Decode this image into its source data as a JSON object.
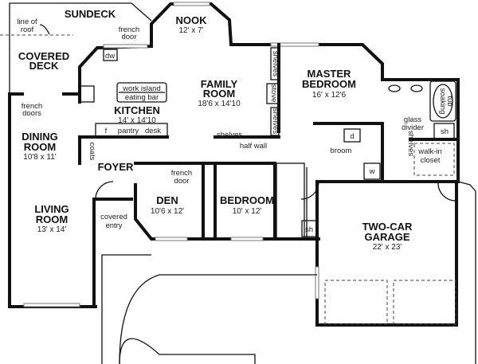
{
  "rooms": {
    "sundeck": {
      "name": "SUNDECK"
    },
    "nook": {
      "name": "NOOK",
      "size": "12' x 7'"
    },
    "covered_deck": {
      "line1": "COVERED",
      "line2": "DECK"
    },
    "kitchen": {
      "name": "KITCHEN",
      "size": "14' x 14'10"
    },
    "family_room": {
      "line1": "FAMILY",
      "line2": "ROOM",
      "size": "18'6 x 14'10"
    },
    "master_bedroom": {
      "line1": "MASTER",
      "line2": "BEDROOM",
      "size": "16' x 12'6"
    },
    "dining_room": {
      "line1": "DINING",
      "line2": "ROOM",
      "size": "10'8 x 11'"
    },
    "foyer": {
      "name": "FOYER"
    },
    "den": {
      "name": "DEN",
      "size": "10'6 x 12'"
    },
    "bedroom": {
      "name": "BEDROOM",
      "size": "10' x 12'"
    },
    "living_room": {
      "line1": "LIVING",
      "line2": "ROOM",
      "size": "13' x 14'"
    },
    "garage": {
      "line1": "TWO-CAR",
      "line2": "GARAGE",
      "size": "22' x 23'"
    }
  },
  "notes": {
    "line_of_roof": [
      "line of",
      "roof"
    ],
    "french_door_nook": [
      "french",
      "door"
    ],
    "dw": "dw",
    "work_island": [
      "work island",
      "eating bar"
    ],
    "french_doors": [
      "french",
      "doors"
    ],
    "fridge": "f",
    "pantry": "pantry",
    "desk": "desk",
    "coats": "coats",
    "shelves_upper": "shelves",
    "stove": "stove",
    "shelves_lower": "shelves",
    "shelves_horizontal": "shelves",
    "half_wall": "half wall",
    "soaking_tub": [
      "soaking",
      "tub"
    ],
    "glass_divider": [
      "glass",
      "divider"
    ],
    "shower_master": "sh",
    "walk_in_closet": [
      "walk-in",
      "closet"
    ],
    "shelves_closet": "shelves",
    "broom": "broom",
    "dryer": "d",
    "washer": "w",
    "french_door_den": [
      "french",
      "door"
    ],
    "covered_entry": [
      "covered",
      "entry"
    ],
    "shower_hall": "sh"
  }
}
